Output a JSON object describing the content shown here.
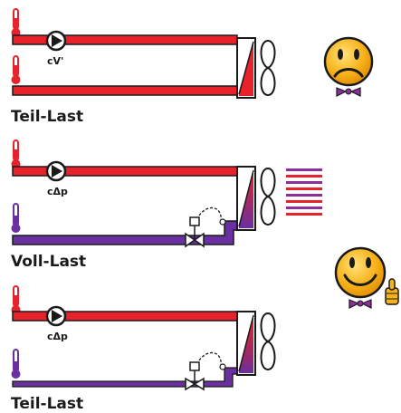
{
  "sections": [
    {
      "pump_label": "cV'",
      "state_label": "Teil-Last",
      "face": "sad-face"
    },
    {
      "pump_label": "cΔp",
      "state_label": "Voll-Last",
      "face": "happy-face"
    },
    {
      "pump_label": "cΔp",
      "state_label": "Teil-Last",
      "face": ""
    }
  ],
  "colors": {
    "supply": "#e8222a",
    "return_cold": "#6a2fa0",
    "return_warm": "#e8222a",
    "outline": "#1a1a1a",
    "face": "#f7b21a",
    "bowtie": "#8a2f9c",
    "heat_lines_red": "#e8222a",
    "heat_lines_purple": "#6a2fa0"
  }
}
